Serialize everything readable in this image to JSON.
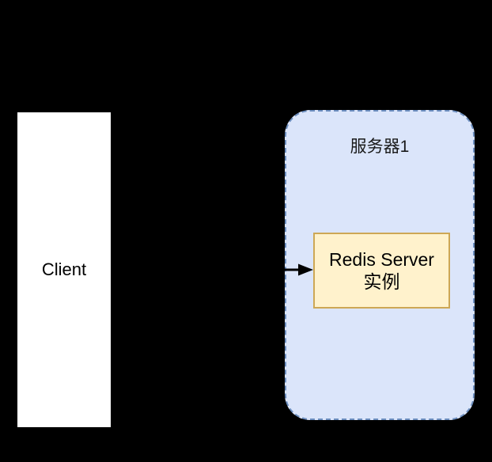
{
  "canvas": {
    "background_color": "#000000"
  },
  "nodes": {
    "client": {
      "label": "Client",
      "fill_color": "#ffffff",
      "text_color": "#000000"
    },
    "server_group": {
      "label": "服务器1",
      "fill_color": "#dbe5fa",
      "border_color": "#6c8ebf",
      "border_style": "dashed",
      "text_color": "#1a1a1a"
    },
    "redis": {
      "label_line1": "Redis Server",
      "label_line2": "实例",
      "fill_color": "#fff2cc",
      "border_color": "#cda755",
      "text_color": "#000000"
    }
  },
  "edges": {
    "client_to_redis": {
      "from": "Client",
      "to": "Redis Server 实例",
      "color": "#000000",
      "arrowhead": "filled-triangle"
    }
  }
}
